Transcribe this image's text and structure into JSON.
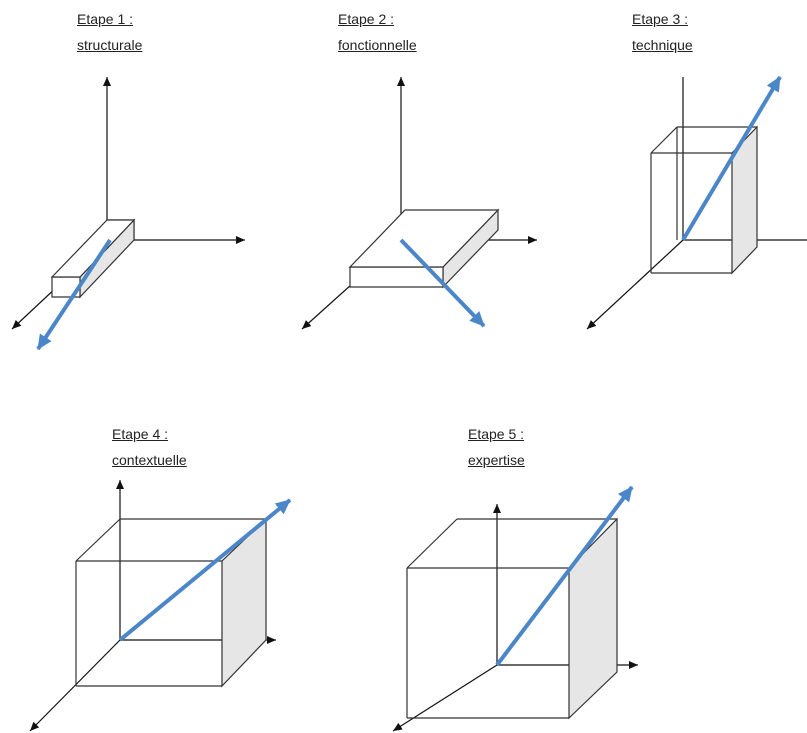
{
  "colors": {
    "axis": "#111111",
    "box_edge": "#333333",
    "shade": "#e6e6e6",
    "arrow": "#4a86c8"
  },
  "steps": [
    {
      "title": "Etape 1 :",
      "subtitle": "structurale"
    },
    {
      "title": "Etape 2 :",
      "subtitle": "fonctionnelle"
    },
    {
      "title": "Etape 3 :",
      "subtitle": "technique"
    },
    {
      "title": "Etape 4 :",
      "subtitle": "contextuelle"
    },
    {
      "title": "Etape 5 :",
      "subtitle": "expertise"
    }
  ]
}
